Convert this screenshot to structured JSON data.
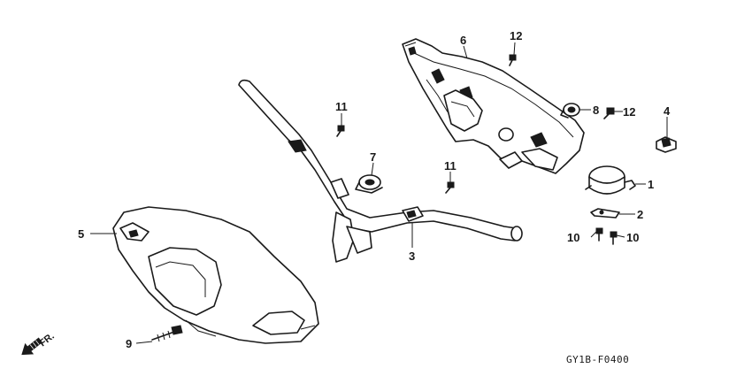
{
  "callouts": {
    "c1": "1",
    "c2": "2",
    "c3": "3",
    "c4": "4",
    "c5": "5",
    "c6": "6",
    "c7": "7",
    "c8": "8",
    "c9": "9",
    "c10a": "10",
    "c10b": "10",
    "c11a": "11",
    "c11b": "11",
    "c12a": "12",
    "c12b": "12"
  },
  "direction_label": "FR.",
  "drawing_code": "GY1B-F0400"
}
